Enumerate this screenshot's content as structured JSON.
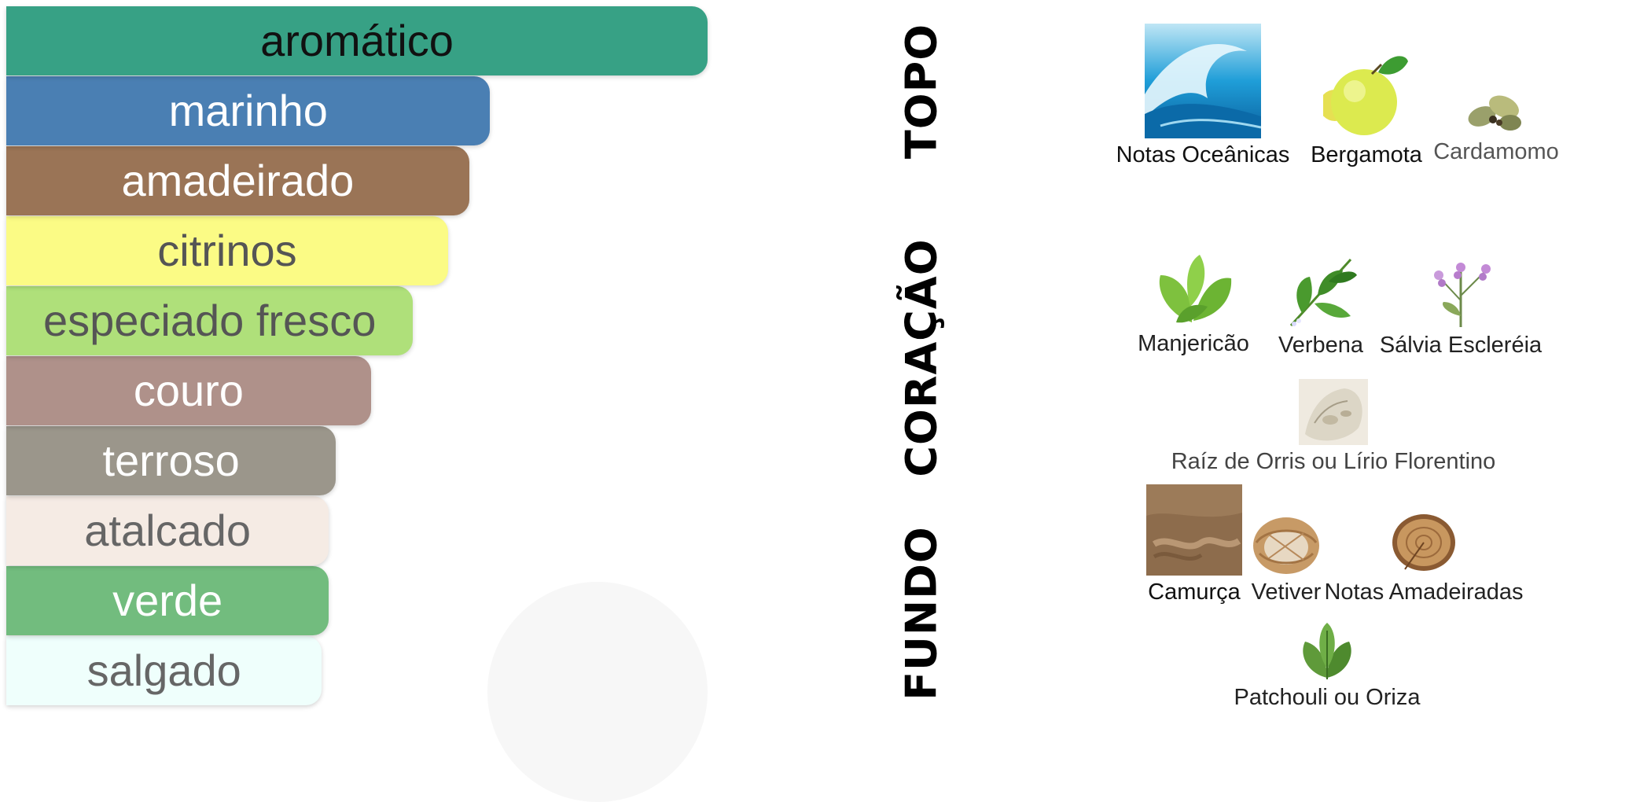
{
  "chart_data": {
    "type": "bar",
    "orientation": "horizontal",
    "categories": [
      "aromático",
      "marinho",
      "amadeirado",
      "citrinos",
      "especiado fresco",
      "couro",
      "terroso",
      "atalcado",
      "verde",
      "salgado"
    ],
    "values": [
      100,
      69,
      66,
      63,
      58,
      52,
      47,
      46,
      46,
      45
    ],
    "colors": [
      "#37a185",
      "#4a7fb3",
      "#9a7456",
      "#fbfb85",
      "#afe07a",
      "#af918a",
      "#9b968b",
      "#f5ebe4",
      "#72bc7e",
      "#effffc"
    ],
    "label_colors": [
      "#111111",
      "#ffffff",
      "#ffffff",
      "#555555",
      "#555555",
      "#ffffff",
      "#ffffff",
      "#666666",
      "#ffffff",
      "#666666"
    ],
    "title": "",
    "xlabel": "",
    "ylabel": "",
    "grid": false,
    "legend": "none"
  },
  "pyramid": {
    "tiers": [
      {
        "label": "TOPO",
        "notes": [
          {
            "name": "Notas Oceânicas",
            "icon": "ocean-wave-icon"
          },
          {
            "name": "Bergamota",
            "icon": "bergamot-icon"
          },
          {
            "name": "Cardamomo",
            "icon": "cardamom-icon"
          }
        ]
      },
      {
        "label": "CORAÇÃO",
        "notes": [
          {
            "name": "Manjericão",
            "icon": "basil-icon"
          },
          {
            "name": "Verbena",
            "icon": "verbena-icon"
          },
          {
            "name": "Sálvia Escleréia",
            "icon": "clary-sage-icon"
          },
          {
            "name": "Raíz de Orris ou Lírio Florentino",
            "icon": "orris-root-icon"
          }
        ]
      },
      {
        "label": "FUNDO",
        "notes": [
          {
            "name": "Camurça",
            "icon": "suede-icon"
          },
          {
            "name": "Vetiver",
            "icon": "vetiver-icon"
          },
          {
            "name": "Notas Amadeiradas",
            "icon": "wood-icon"
          },
          {
            "name": "Patchouli ou Oriza",
            "icon": "patchouli-icon"
          }
        ]
      }
    ]
  }
}
